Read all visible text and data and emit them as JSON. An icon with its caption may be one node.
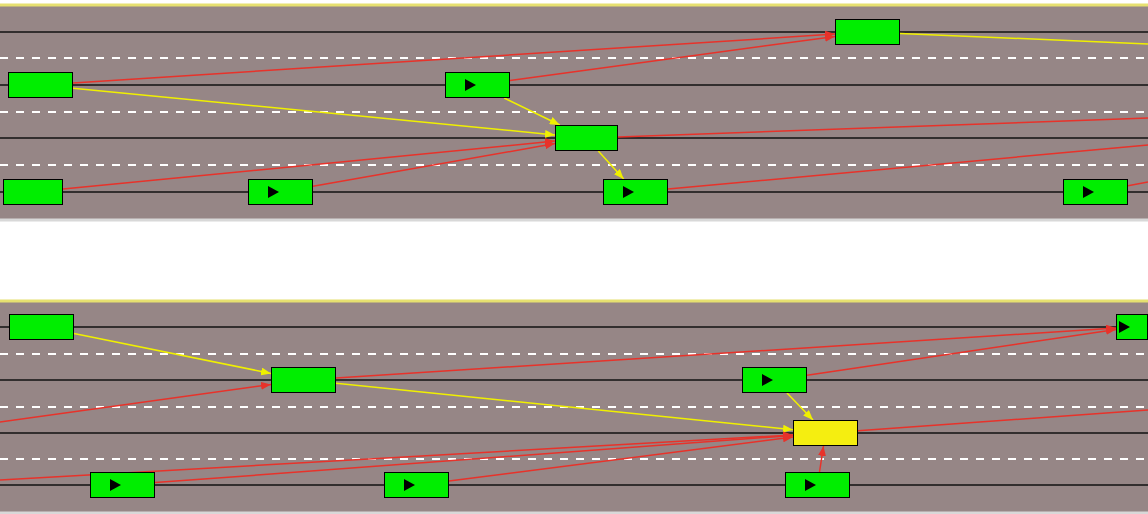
{
  "diagram": {
    "nodes": [
      {
        "text": [],
        "shape": "box"
      },
      {
        "text": [],
        "shape": "box"
      },
      {
        "text": [],
        "shape": "box"
      },
      {
        "text": [],
        "shape": "box"
      },
      {
        "text": [],
        "shape": "box"
      },
      {
        "text": [],
        "shape": "box"
      },
      {
        "text": [],
        "shape": "box"
      },
      {
        "text": [],
        "shape": "box"
      },
      {
        "text": [],
        "shape": "box"
      },
      {
        "text": [],
        "shape": "box"
      },
      {
        "text": [],
        "shape": "box"
      },
      {
        "text": [],
        "shape": "box"
      },
      {
        "text": [],
        "shape": "box"
      },
      {
        "text": [],
        "shape": "box"
      },
      {
        "text": [],
        "shape": "box"
      },
      {
        "text": [],
        "shape": "box"
      }
    ],
    "edges": [
      {
        "from": 0,
        "to": 2,
        "arrow": "to"
      },
      {
        "from": 1,
        "to": 2,
        "arrow": "to"
      },
      {
        "from": 0,
        "to": 3,
        "arrow": "to",
        "color": "#f0f000"
      },
      {
        "from": 1,
        "to": 3,
        "arrow": "to",
        "color": "#f0f000"
      },
      {
        "from": 4,
        "to": 3,
        "arrow": "to"
      },
      {
        "from": 5,
        "to": 3,
        "arrow": "to"
      },
      {
        "from": 3,
        "to": null,
        "arrow": "none"
      },
      {
        "from": 6,
        "to": null,
        "arrow": "none"
      },
      {
        "from": 7,
        "to": null,
        "arrow": "none"
      },
      {
        "from": 2,
        "to": null,
        "arrow": "none",
        "color": "#f0f000"
      },
      {
        "from": 8,
        "to": 9,
        "arrow": "to",
        "color": "#f0f000"
      },
      {
        "from": null,
        "to": 9,
        "arrow": "to"
      },
      {
        "from": 9,
        "to": 11,
        "arrow": "to"
      },
      {
        "from": 10,
        "to": 11,
        "arrow": "to"
      },
      {
        "from": 9,
        "to": 12,
        "arrow": "to",
        "color": "#f0f000"
      },
      {
        "from": 10,
        "to": 12,
        "arrow": "to",
        "color": "#f0f000"
      },
      {
        "from": 13,
        "to": 12,
        "arrow": "to"
      },
      {
        "from": 14,
        "to": 12,
        "arrow": "to"
      },
      {
        "from": 15,
        "to": 12,
        "arrow": "to"
      },
      {
        "from": null,
        "to": 12,
        "arrow": "to"
      },
      {
        "from": 12,
        "to": null,
        "arrow": "none"
      },
      {
        "from": 3,
        "to": 6,
        "arrow": "to",
        "color": "#f0f000"
      }
    ]
  }
}
